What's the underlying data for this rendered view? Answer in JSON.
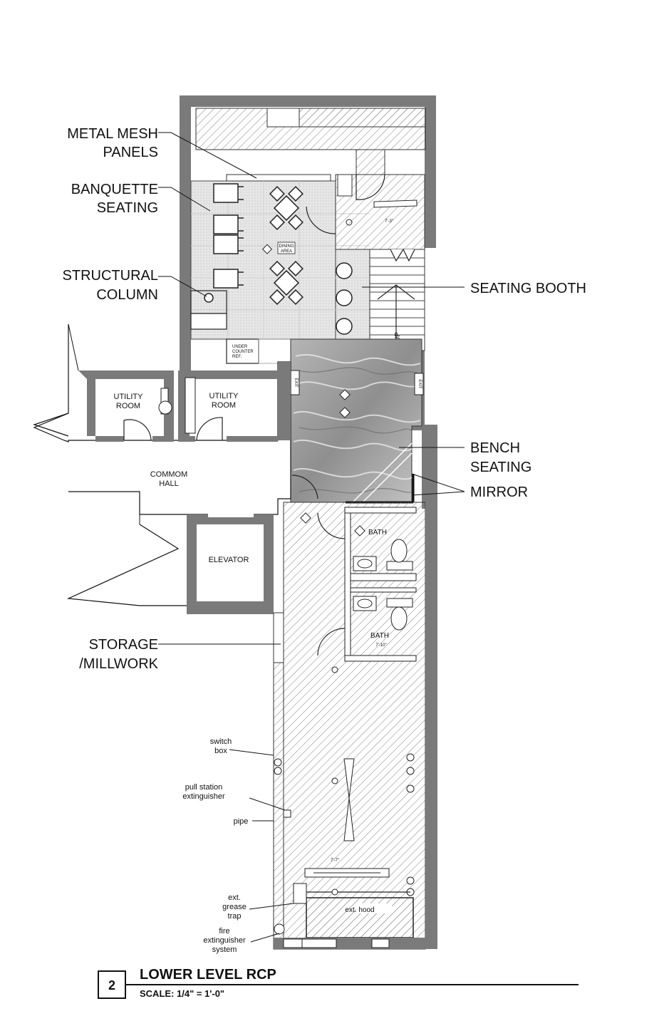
{
  "drawing": {
    "number": "2",
    "title": "LOWER LEVEL  RCP",
    "scale": "SCALE:  1/4\" = 1'-0\""
  },
  "callouts": {
    "metal_mesh_1": "METAL MESH",
    "metal_mesh_2": "PANELS",
    "banquette_1": "BANQUETTE",
    "banquette_2": "SEATING",
    "column_1": "STRUCTURAL",
    "column_2": "COLUMN",
    "seating_booth": "SEATING BOOTH",
    "bench_1": "BENCH",
    "bench_2": "SEATING",
    "mirror": "MIRROR",
    "storage_1": "STORAGE",
    "storage_2": "/MILLWORK"
  },
  "rooms": {
    "utility_1a": "UTILITY",
    "utility_1b": "ROOM",
    "utility_2a": "UTILITY",
    "utility_2b": "ROOM",
    "hall_1": "COMMOM",
    "hall_2": "HALL",
    "elevator": "ELEVATOR",
    "bath_1": "BATH",
    "bath_2": "BATH",
    "dining_1": "DINING",
    "dining_2": "AREA",
    "under_1": "UNDER",
    "under_2": "COUNTER",
    "under_3": "REF.",
    "stair_up": "UP",
    "exit_1": "EXIT",
    "exit_2": "EXIT",
    "ext_hood": "ext. hood"
  },
  "heights": {
    "upper": "7'-3\"",
    "bath": "7'-10\"",
    "kitchen": "7'-7\""
  },
  "notes": {
    "switch_1": "switch",
    "switch_2": "box",
    "pull_1": "pull station",
    "pull_2": "extinguisher",
    "pipe": "pipe",
    "grease_1": "ext.",
    "grease_2": "grease",
    "grease_3": "trap",
    "fire_1": "fire",
    "fire_2": "extinguisher",
    "fire_3": "system"
  }
}
